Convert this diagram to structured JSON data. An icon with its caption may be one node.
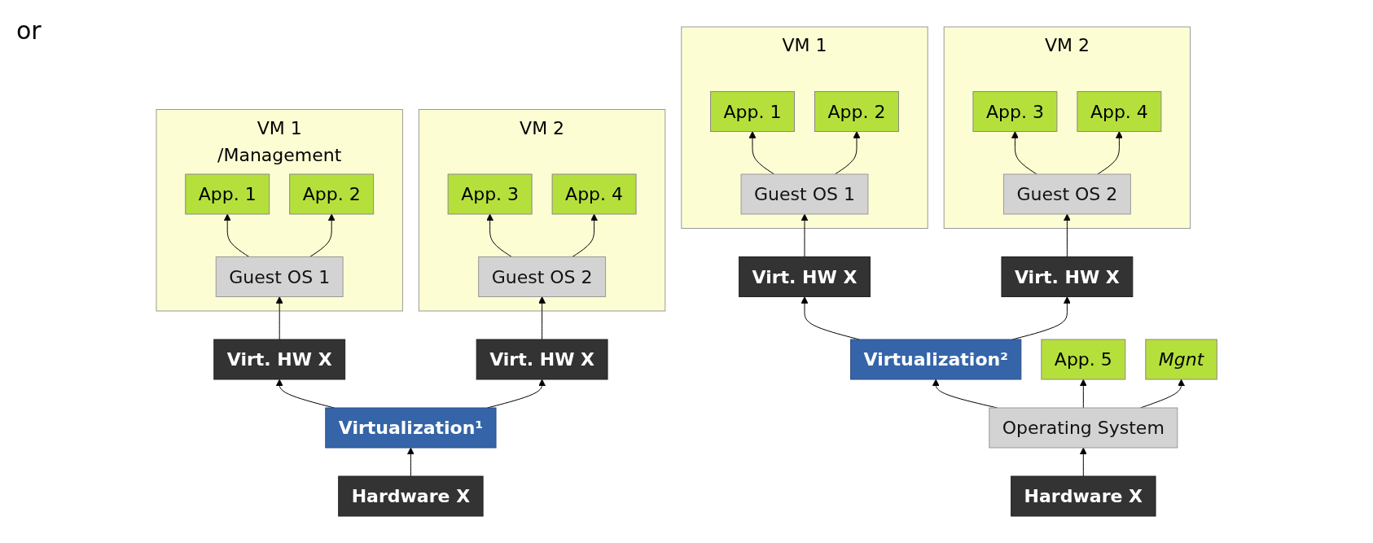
{
  "diagram": {
    "nodes": [
      {
        "text": [
          "VM 1",
          "/Management"
        ]
      },
      {
        "text": [
          "App. 1"
        ],
        "in": 0
      },
      {
        "text": [
          "App. 2"
        ],
        "in": 0
      },
      {
        "text": [
          "Guest OS 1"
        ],
        "in": 0
      },
      {
        "text": [
          "VM 2"
        ]
      },
      {
        "text": [
          "App. 3"
        ],
        "in": 4
      },
      {
        "text": [
          "App. 4"
        ],
        "in": 4
      },
      {
        "text": [
          "Guest OS 2"
        ],
        "in": 4
      },
      {
        "text": [
          "Virt. HW X"
        ]
      },
      {
        "text": [
          "Virt. HW X"
        ]
      },
      {
        "text": [
          "Virtualization¹"
        ]
      },
      {
        "text": [
          "Hardware X"
        ]
      },
      {
        "text": [
          "VM 1"
        ]
      },
      {
        "text": [
          "App. 1"
        ],
        "in": 12
      },
      {
        "text": [
          "App. 2"
        ],
        "in": 12
      },
      {
        "text": [
          "Guest OS 1"
        ],
        "in": 12
      },
      {
        "text": [
          "VM 2"
        ]
      },
      {
        "text": [
          "App. 3"
        ],
        "in": 16
      },
      {
        "text": [
          "App. 4"
        ],
        "in": 16
      },
      {
        "text": [
          "Guest OS 2"
        ],
        "in": 16
      },
      {
        "text": [
          "Virt. HW X"
        ]
      },
      {
        "text": [
          "Virt. HW X"
        ]
      },
      {
        "text": [
          "Virtualization²"
        ]
      },
      {
        "text": [
          "App. 5"
        ]
      },
      {
        "text": [
          "Mgnt"
        ]
      },
      {
        "text": [
          "Operating System"
        ]
      },
      {
        "text": [
          "Hardware X"
        ]
      }
    ],
    "edges": [
      {
        "from": 3,
        "to": 1,
        "arrow": "to"
      },
      {
        "from": 3,
        "to": 2,
        "arrow": "to"
      },
      {
        "from": 7,
        "to": 5,
        "arrow": "to"
      },
      {
        "from": 7,
        "to": 6,
        "arrow": "to"
      },
      {
        "from": 8,
        "to": 3,
        "arrow": "to"
      },
      {
        "from": 9,
        "to": 7,
        "arrow": "to"
      },
      {
        "from": 10,
        "to": 8,
        "arrow": "to"
      },
      {
        "from": 10,
        "to": 9,
        "arrow": "to"
      },
      {
        "from": 11,
        "to": 10,
        "arrow": "to"
      },
      {
        "from": 15,
        "to": 13,
        "arrow": "to"
      },
      {
        "from": 15,
        "to": 14,
        "arrow": "to"
      },
      {
        "from": 19,
        "to": 17,
        "arrow": "to"
      },
      {
        "from": 19,
        "to": 18,
        "arrow": "to"
      },
      {
        "from": 20,
        "to": 15,
        "arrow": "to"
      },
      {
        "from": 21,
        "to": 19,
        "arrow": "to"
      },
      {
        "from": 22,
        "to": 20,
        "arrow": "to"
      },
      {
        "from": 22,
        "to": 21,
        "arrow": "to"
      },
      {
        "from": 25,
        "to": 22,
        "arrow": "to"
      },
      {
        "from": 25,
        "to": 23,
        "arrow": "to"
      },
      {
        "from": 25,
        "to": 24,
        "arrow": "to"
      },
      {
        "from": 26,
        "to": 25,
        "arrow": "to"
      }
    ],
    "labels": [
      "or"
    ]
  }
}
